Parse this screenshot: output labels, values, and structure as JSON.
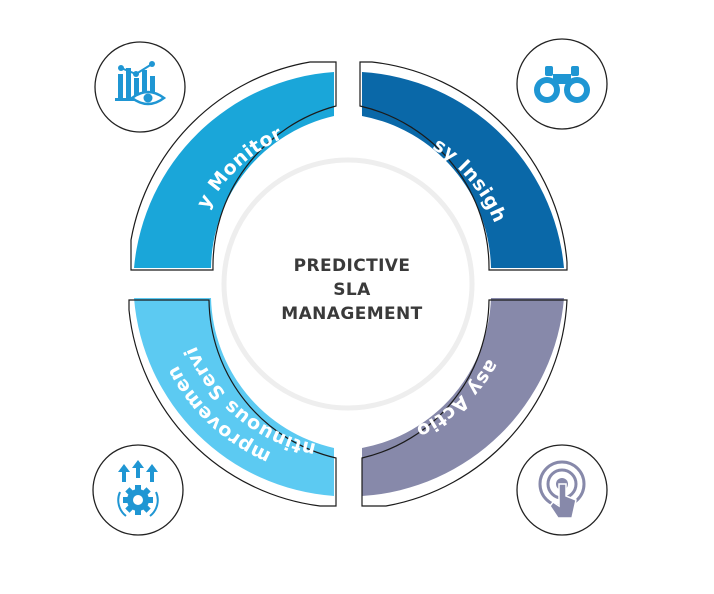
{
  "center": {
    "line1": "PREDICTIVE",
    "line2": "SLA",
    "line3": "MANAGEMENT"
  },
  "segments": {
    "top_left": {
      "label": "Easy Monitoring",
      "color": "#1aa6d9",
      "icon": "monitoring-eye-icon"
    },
    "top_right": {
      "label": "Easy Insights",
      "color": "#0a68a8",
      "icon": "binoculars-icon"
    },
    "bottom_right": {
      "label": "Easy Action",
      "color": "#8789aa",
      "icon": "touch-click-icon"
    },
    "bottom_left": {
      "label_line1": "Continuous Service",
      "label_line2": "Improvement",
      "color": "#5ccaf2",
      "icon": "gear-growth-icon"
    }
  }
}
